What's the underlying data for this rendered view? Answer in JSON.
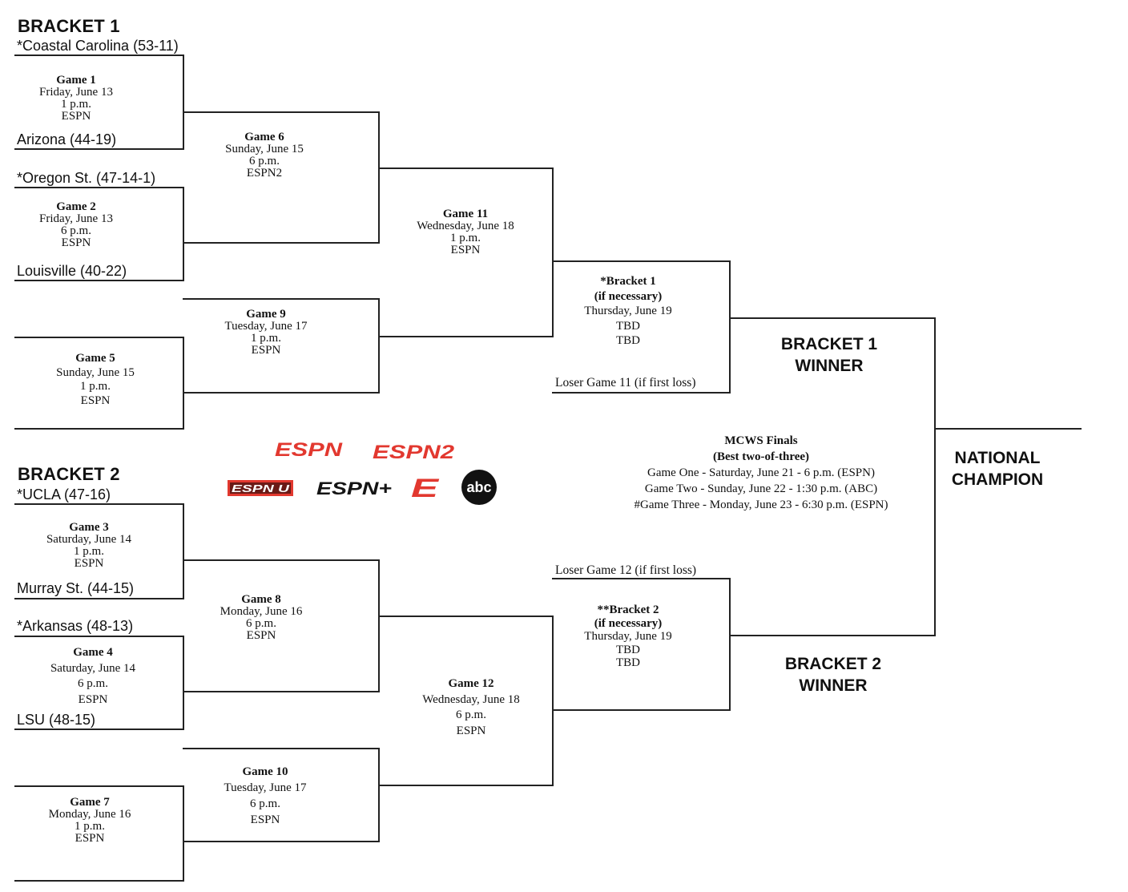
{
  "bracket1": {
    "header": "BRACKET 1",
    "teams": {
      "coastal": "*Coastal Carolina (53-11)",
      "arizona": "Arizona (44-19)",
      "oregon": "*Oregon St. (47-14-1)",
      "louisville": "Louisville (40-22)"
    }
  },
  "bracket2": {
    "header": "BRACKET 2",
    "teams": {
      "ucla": "*UCLA (47-16)",
      "murray": "Murray St. (44-15)",
      "arkansas": "*Arkansas (48-13)",
      "lsu": "LSU (48-15)"
    }
  },
  "games": {
    "g1": {
      "title": "Game 1",
      "date": "Friday, June 13",
      "time": "1 p.m.",
      "network": "ESPN"
    },
    "g2": {
      "title": "Game 2",
      "date": "Friday, June 13",
      "time": "6 p.m.",
      "network": "ESPN"
    },
    "g3": {
      "title": "Game 3",
      "date": "Saturday, June 14",
      "time": "1 p.m.",
      "network": "ESPN"
    },
    "g4": {
      "title": "Game 4",
      "date": "Saturday, June 14",
      "time": "6 p.m.",
      "network": "ESPN"
    },
    "g5": {
      "title": "Game 5",
      "date": "Sunday, June 15",
      "time": "1 p.m.",
      "network": "ESPN"
    },
    "g6": {
      "title": "Game 6",
      "date": "Sunday, June 15",
      "time": "6 p.m.",
      "network": "ESPN2"
    },
    "g7": {
      "title": "Game 7",
      "date": "Monday, June 16",
      "time": "1 p.m.",
      "network": "ESPN"
    },
    "g8": {
      "title": "Game 8",
      "date": "Monday, June 16",
      "time": "6 p.m.",
      "network": "ESPN"
    },
    "g9": {
      "title": "Game 9",
      "date": "Tuesday, June 17",
      "time": "1 p.m.",
      "network": "ESPN"
    },
    "g10": {
      "title": "Game 10",
      "date": "Tuesday, June 17",
      "time": "6 p.m.",
      "network": "ESPN"
    },
    "g11": {
      "title": "Game 11",
      "date": "Wednesday, June 18",
      "time": "1 p.m.",
      "network": "ESPN"
    },
    "g12": {
      "title": "Game 12",
      "date": "Wednesday, June 18",
      "time": "6 p.m.",
      "network": "ESPN"
    },
    "b1": {
      "title": "*Bracket 1",
      "sub": "(if necessary)",
      "date": "Thursday, June 19",
      "time": "TBD",
      "network": "TBD"
    },
    "b2": {
      "title": "**Bracket 2",
      "sub": "(if necessary)",
      "date": "Thursday, June 19",
      "time": "TBD",
      "network": "TBD"
    }
  },
  "loser_labels": {
    "l11": "Loser Game 11 (if first loss)",
    "l12": "Loser Game 12 (if first loss)"
  },
  "winners": {
    "b1": [
      "BRACKET 1",
      "WINNER"
    ],
    "b2": [
      "BRACKET 2",
      "WINNER"
    ],
    "champ": [
      "NATIONAL",
      "CHAMPION"
    ]
  },
  "finals": {
    "title": "MCWS Finals",
    "sub": "(Best two-of-three)",
    "game1": "Game One - Saturday, June 21 - 6 p.m. (ESPN)",
    "game2": "Game Two - Sunday, June 22 - 1:30 p.m. (ABC)",
    "game3": "#Game Three - Monday, June 23 - 6:30 p.m. (ESPN)"
  },
  "logos": {
    "espn": "ESPN",
    "espn2": "ESPN2",
    "espnu": "ESPN U",
    "espnplus": "ESPN+",
    "e_icon": "E",
    "abc": "abc",
    "colors": {
      "espn_red": "#e2382f",
      "espn_dark": "#141414",
      "abc_black": "#121212"
    }
  }
}
